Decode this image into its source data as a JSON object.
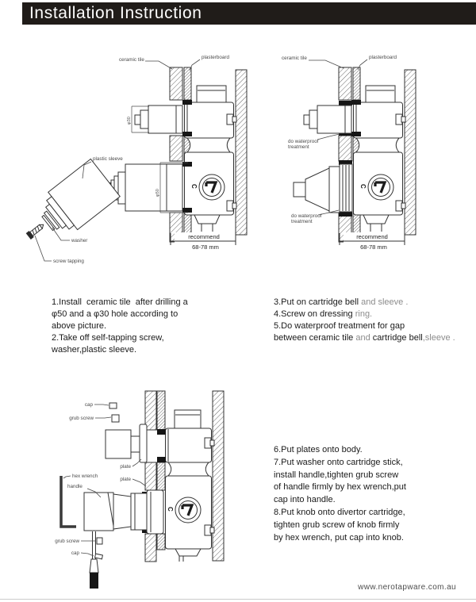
{
  "header": {
    "title": "Installation Instruction"
  },
  "colors": {
    "header_bg": "#201c19",
    "diagram_line": "#333333",
    "label_text": "#4a4a4a",
    "muted_text": "#8c8c8c"
  },
  "diagram1": {
    "labels": {
      "ceramic_tile": "ceramic tile",
      "plasterboard": "plasterboard",
      "plastic_sleeve": "plastic sleeve",
      "washer": "washer",
      "screw_tapping": "screw tapping",
      "dim_phi30": "φ30",
      "dim_phi50": "φ50",
      "recommend": "recommend",
      "recommend_range": "68-78 mm",
      "c_mark": "C"
    }
  },
  "diagram2": {
    "labels": {
      "ceramic_tile": "ceramic tile",
      "plasterboard": "plasterboard",
      "waterproof_line1": "do waterproof",
      "waterproof_line2": "treatment",
      "recommend": "recommend",
      "recommend_range": "68-78 mm",
      "c_mark": "C"
    }
  },
  "diagram3": {
    "labels": {
      "cap": "cap",
      "grub_screw": "grub screw",
      "plate": "plate",
      "hex_wrench": "hex wrench",
      "handle": "handle",
      "c_mark": "C"
    }
  },
  "steps_left": {
    "lines": [
      "1.Install  ceramic tile  after drilling a",
      "φ50 and a φ30 hole according to",
      "above picture.",
      "2.Take off self-tapping screw,",
      "washer,plastic sleeve."
    ]
  },
  "steps_right": {
    "l1a": "3.Put on cartridge bell ",
    "l1b": "and sleeve .",
    "l2a": "4.Screw on dressing ",
    "l2b": "ring.",
    "l3": "5.Do waterproof treatment for gap",
    "l4a": "between ceramic tile ",
    "l4b": "and",
    "l4c": " cartridge bell",
    "l4d": ",sleeve ."
  },
  "steps_bottom": {
    "lines": [
      "6.Put plates onto body.",
      "7.Put washer onto cartridge stick,",
      "install handle,tighten grub screw",
      "of handle firmly by hex wrench,put",
      "cap into handle.",
      "8.Put knob onto divertor cartridge,",
      "tighten grub screw of knob firmly",
      "by hex wrench, put cap into knob."
    ]
  },
  "footer": {
    "website": "www.nerotapware.com.au"
  }
}
